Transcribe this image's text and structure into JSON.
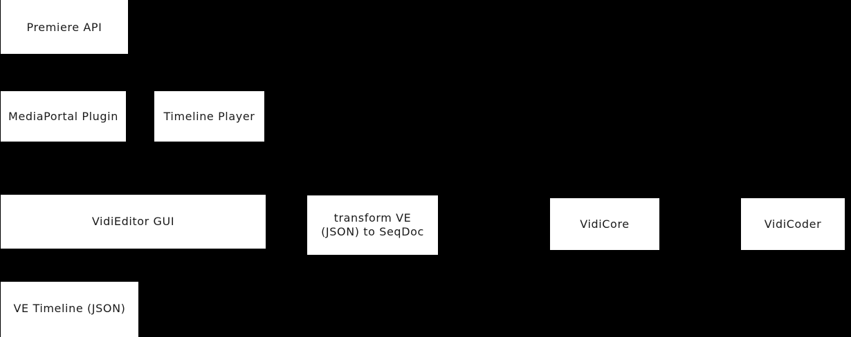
{
  "diagram": {
    "background_color": "#000000",
    "node_fill_color": "#ffffff",
    "node_border_color": "#000000",
    "node_text_color": "#1a1a1a",
    "nodes": [
      {
        "id": "premiere-api",
        "label": "Premiere API"
      },
      {
        "id": "mediaportal-plugin",
        "label": "MediaPortal Plugin"
      },
      {
        "id": "timeline-player",
        "label": "Timeline Player"
      },
      {
        "id": "vidieditor-gui",
        "label": "VidiEditor GUI"
      },
      {
        "id": "transform-ve",
        "label": "transform VE\n(JSON) to SeqDoc"
      },
      {
        "id": "vidicore",
        "label": "VidiCore"
      },
      {
        "id": "vidicoder",
        "label": "VidiCoder"
      },
      {
        "id": "ve-timeline-json",
        "label": "VE Timeline (JSON)"
      }
    ]
  }
}
